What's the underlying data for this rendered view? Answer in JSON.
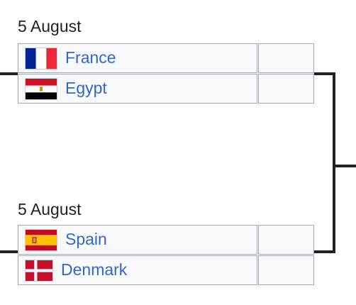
{
  "matches": [
    {
      "date": "5 August",
      "teams": [
        {
          "name": "France",
          "flag": "france-flag-icon",
          "score": ""
        },
        {
          "name": "Egypt",
          "flag": "egypt-flag-icon",
          "score": ""
        }
      ]
    },
    {
      "date": "5 August",
      "teams": [
        {
          "name": "Spain",
          "flag": "spain-flag-icon",
          "score": ""
        },
        {
          "name": "Denmark",
          "flag": "denmark-flag-icon",
          "score": ""
        }
      ]
    }
  ],
  "colors": {
    "link": "#3366cc",
    "text": "#202122",
    "cell_bg": "#f8f9fa",
    "cell_border": "#a2a9b1",
    "bracket_line": "#202122"
  }
}
